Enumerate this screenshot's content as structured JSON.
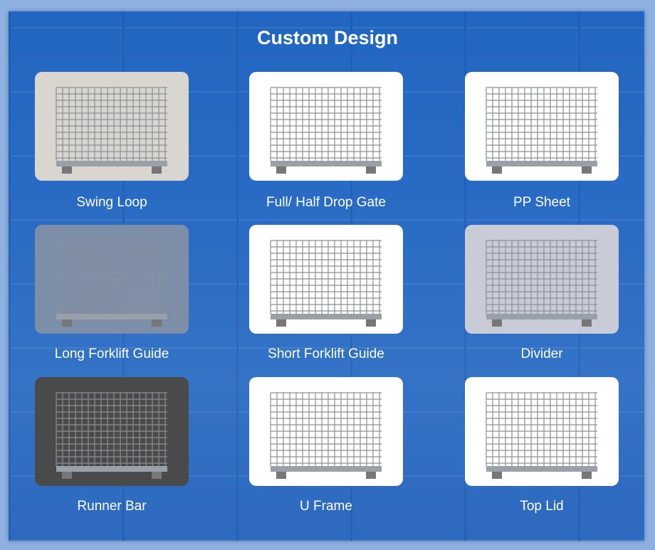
{
  "title": "Custom Design",
  "items": [
    {
      "label": "Swing Loop",
      "image": "cage-swing-loop-photo"
    },
    {
      "label": "Full/ Half Drop Gate",
      "image": "cage-drop-gate-photo"
    },
    {
      "label": "PP Sheet",
      "image": "cage-pp-sheet-photo"
    },
    {
      "label": "Long Forklift Guide",
      "image": "cage-long-forklift-guide-photo"
    },
    {
      "label": "Short Forklift Guide",
      "image": "cage-short-forklift-guide-photo"
    },
    {
      "label": "Divider",
      "image": "cage-divider-render"
    },
    {
      "label": "Runner Bar",
      "image": "cage-runner-bar-photo"
    },
    {
      "label": "U Frame",
      "image": "cage-u-frame-photo"
    },
    {
      "label": "Top Lid",
      "image": "cage-top-lid-render"
    }
  ]
}
